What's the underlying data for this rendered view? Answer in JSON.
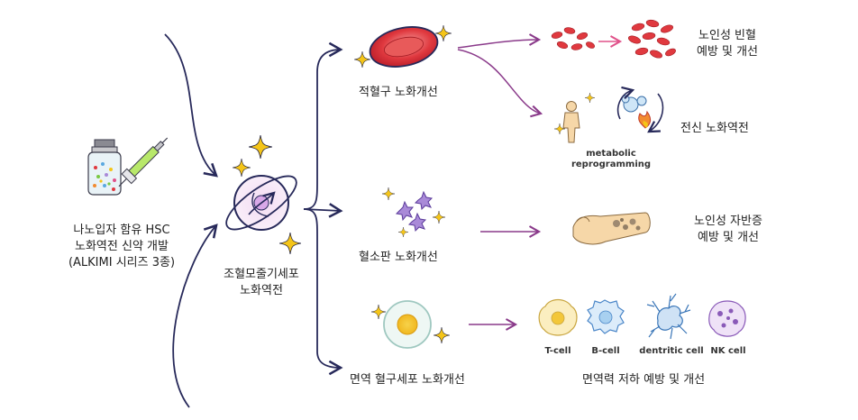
{
  "product": {
    "line1": "나노입자 함유 HSC",
    "line2": "노화역전 신약 개발",
    "line3": "(ALKIMI 시리즈 3종)"
  },
  "stem_cell": {
    "line1": "조혈모줄기세포",
    "line2": "노화역전"
  },
  "branches": {
    "rbc": {
      "title": "적혈구 노화개선",
      "outcome1_line1": "노인성 빈혈",
      "outcome1_line2": "예방 및 개선",
      "outcome2": "전신 노화역전",
      "metabolic_line1": "metabolic",
      "metabolic_line2": "reprogramming"
    },
    "platelet": {
      "title": "혈소판 노화개선",
      "outcome_line1": "노인성 자반증",
      "outcome_line2": "예방 및 개선"
    },
    "immune": {
      "title": "면역 혈구세포 노화개선",
      "cells": [
        "T-cell",
        "B-cell",
        "dentritic cell",
        "NK cell"
      ],
      "outcome": "면역력 저하 예방 및 개선"
    }
  },
  "colors": {
    "navy_line": "#27295a",
    "purple_line": "#8a3a8a",
    "pink_arrow": "#e0528a",
    "rbc_red": "#e0393f",
    "platelet_purple": "#a98ad8",
    "sparkle_yellow": "#f5c518"
  }
}
